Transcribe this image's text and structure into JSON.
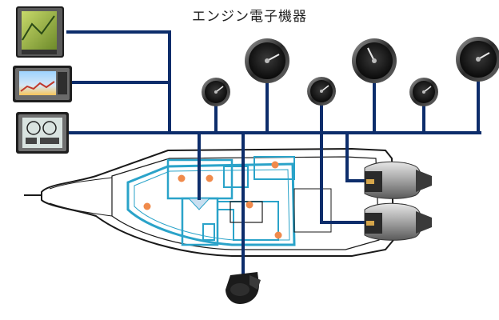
{
  "diagram": {
    "title": "エンジン電子機器",
    "colors": {
      "network": "#0d2d6b",
      "hull_outline": "#1a1a1a",
      "deck_lines": "#2aa3c9",
      "sensor_dot": "#f08a4b",
      "gauge_bezel": "#222222",
      "engine_body": "#bdbdbd"
    },
    "devices": {
      "displays": [
        {
          "name": "chartplotter-display",
          "icon": "chart-display-icon"
        },
        {
          "name": "fishfinder-display",
          "icon": "sonar-display-icon"
        },
        {
          "name": "instrument-display",
          "icon": "gauge-display-icon"
        }
      ],
      "gauges": [
        {
          "name": "gauge-small-1"
        },
        {
          "name": "gauge-large-1"
        },
        {
          "name": "gauge-small-2"
        },
        {
          "name": "gauge-large-2"
        },
        {
          "name": "gauge-small-3"
        },
        {
          "name": "gauge-large-3"
        }
      ],
      "engines": [
        {
          "name": "outboard-engine-top"
        },
        {
          "name": "outboard-engine-bottom"
        }
      ],
      "transducer": {
        "name": "transducer",
        "icon": "transducer-icon"
      }
    }
  }
}
